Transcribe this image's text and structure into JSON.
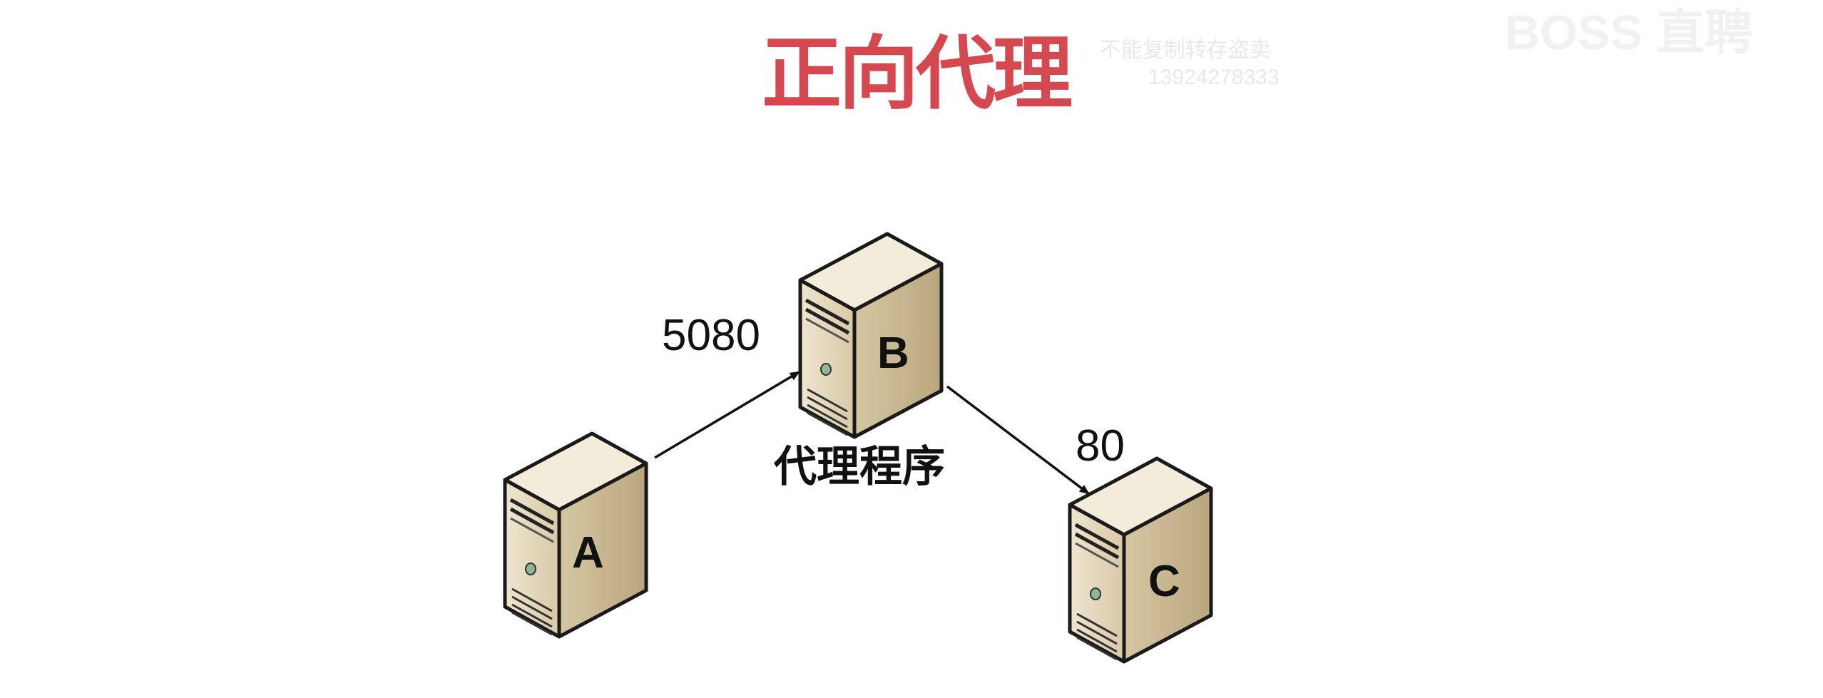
{
  "slide": {
    "title": "正向代理",
    "watermark_line1": "不能复制转存盗卖",
    "watermark_line2": "13924278333",
    "corner_mark": "BOSS 直聘"
  },
  "diagram": {
    "nodes": [
      {
        "id": "A",
        "label": "A"
      },
      {
        "id": "B",
        "label": "B",
        "caption": "代理程序",
        "port": "5080"
      },
      {
        "id": "C",
        "label": "C",
        "port": "80"
      }
    ],
    "edges": [
      {
        "from": "A",
        "to": "B"
      },
      {
        "from": "B",
        "to": "C"
      }
    ],
    "colors": {
      "title": "#d64850",
      "server_front": "#e8dcc2",
      "server_side": "#c9b891",
      "server_top": "#f4ecda",
      "outline": "#1a1a1a"
    }
  }
}
